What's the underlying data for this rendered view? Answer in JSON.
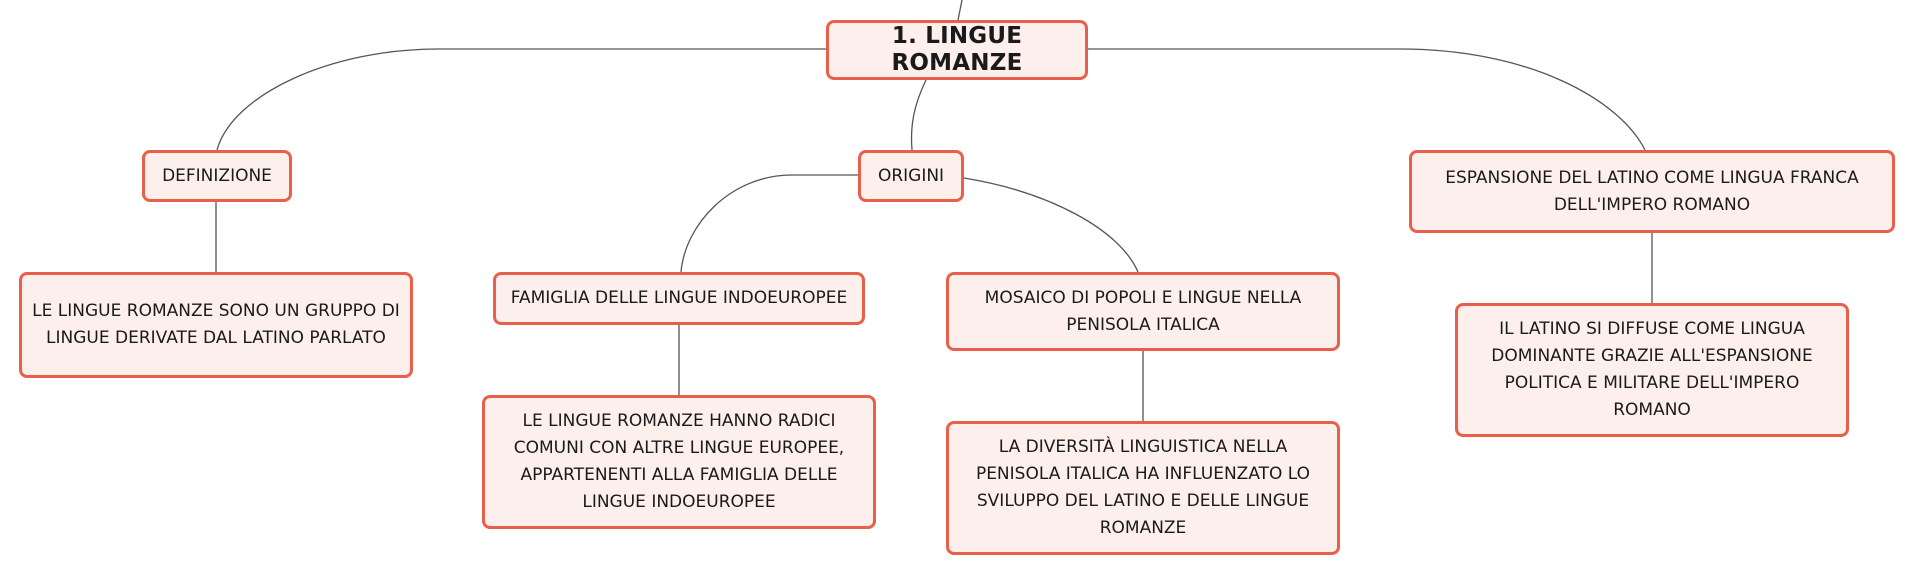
{
  "colors": {
    "node_border": "#e8604c",
    "node_fill": "#fdf0ec",
    "connector": "#555555",
    "text": "#1a1a1a"
  },
  "nodes": {
    "root": "1. LINGUE ROMANZE",
    "definizione": "DEFINIZIONE",
    "definizione_text": "LE LINGUE ROMANZE SONO UN GRUPPO DI LINGUE DERIVATE DAL LATINO PARLATO",
    "origini": "ORIGINI",
    "famiglia": "FAMIGLIA DELLE LINGUE INDOEUROPEE",
    "famiglia_text": "LE LINGUE ROMANZE HANNO RADICI COMUNI CON ALTRE LINGUE EUROPEE, APPARTENENTI ALLA FAMIGLIA DELLE LINGUE INDOEUROPEE",
    "mosaico": "MOSAICO DI POPOLI E LINGUE NELLA PENISOLA ITALICA",
    "mosaico_text": "LA DIVERSITÀ LINGUISTICA NELLA PENISOLA ITALICA HA INFLUENZATO LO SVILUPPO DEL LATINO E DELLE LINGUE ROMANZE",
    "espansione": "ESPANSIONE DEL LATINO COME LINGUA FRANCA DELL'IMPERO ROMANO",
    "espansione_text": "IL LATINO SI DIFFUSE COME LINGUA DOMINANTE GRAZIE ALL'ESPANSIONE POLITICA E MILITARE DELL'IMPERO ROMANO"
  }
}
